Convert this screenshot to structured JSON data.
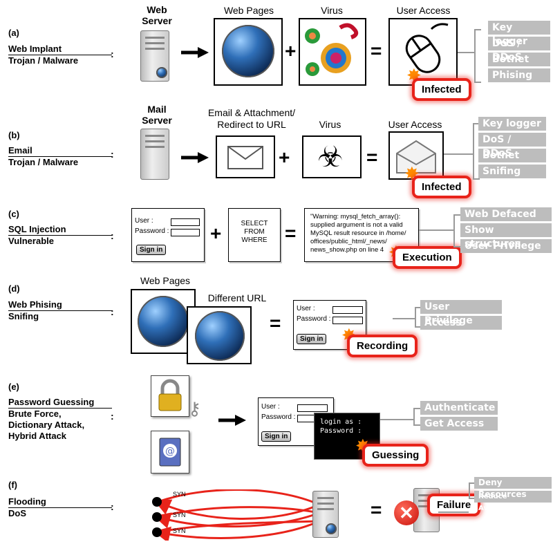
{
  "rows": {
    "a": {
      "letter": "(a)",
      "title1": "Web Implant",
      "title2": "Trojan / Malware",
      "server_label": "Web\nServer",
      "pages_label": "Web Pages",
      "virus_label": "Virus",
      "access_label": "User Access",
      "badge": "Infected",
      "tags": [
        "Key logger",
        "DoS / DDoS",
        "Botnet",
        "Phising"
      ]
    },
    "b": {
      "letter": "(b)",
      "title1": "Email",
      "title2": "Trojan / Malware",
      "server_label": "Mail\nServer",
      "email_label": "Email & Attachment/\nRedirect to URL",
      "virus_label": "Virus",
      "access_label": "User Access",
      "badge": "Infected",
      "tags": [
        "Key logger",
        "DoS / DDoS",
        "Botnet",
        "Snifing"
      ]
    },
    "c": {
      "letter": "(c)",
      "title1": "SQL Injection",
      "title2": "Vulnerable",
      "user": "User :",
      "password": "Password :",
      "signin": "Sign in",
      "sql": "SELECT\nFROM\nWHERE",
      "warning": "\"Warning: mysql_fetch_array():\nsupplied argument is not a valid\nMySQL result resource in /home/\noffices/public_html/_news/\nnews_show.php on line 4",
      "badge": "Execution",
      "tags": [
        "Web Defaced",
        "Show structures",
        "User Privilege"
      ]
    },
    "d": {
      "letter": "(d)",
      "title1": "Web Phising",
      "title2": "Snifing",
      "pages_label": "Web Pages",
      "diff_label": "Different URL",
      "user": "User :",
      "password": "Password :",
      "signin": "Sign in",
      "badge": "Recording",
      "tags": [
        "User Privilege",
        "Access"
      ]
    },
    "e": {
      "letter": "(e)",
      "title1": "Password Guessing",
      "title2": "Brute Force,",
      "title3": "Dictionary Attack,",
      "title4": "Hybrid Attack",
      "user": "User :",
      "password": "Password :",
      "signin": "Sign in",
      "console": "login as :\nPassword :",
      "badge": "Guessing",
      "tags": [
        "Authenticate",
        "Get Access"
      ]
    },
    "f": {
      "letter": "(f)",
      "title1": "Flooding",
      "title2": "DoS",
      "syn": "SYN",
      "badge": "Failure",
      "tags": [
        "Deny Resources",
        "Reduce Availability"
      ]
    }
  },
  "symbols": {
    "colon": ":",
    "plus": "+",
    "equals": "="
  },
  "colors": {
    "badge_border": "#e8231a",
    "tag_bg": "#bdbdbd",
    "arrow_red": "#e8231a"
  }
}
